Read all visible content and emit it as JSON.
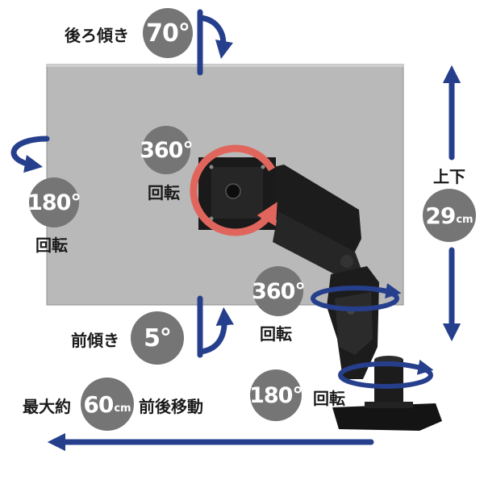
{
  "colors": {
    "arrow": "#263f8c",
    "badge": "#757575",
    "monitor": "#b9b9b9",
    "rotate_ring": "#e0665d",
    "arm": "#1c1c1c"
  },
  "icons": [
    "monitor-screen",
    "vesa-mount-plate",
    "monitor-arm",
    "desk-clamp-base",
    "rotation-arrow",
    "straight-arrow"
  ],
  "tilt_back": {
    "label": "後ろ傾き",
    "value": "70°"
  },
  "tilt_forward": {
    "label": "前傾き",
    "value": "5°"
  },
  "screen_rotation": {
    "value": "360°",
    "label": "回転"
  },
  "swivel_left": {
    "value": "180°",
    "label": "回転"
  },
  "vertical": {
    "label": "上下",
    "value": "29",
    "unit": "cm"
  },
  "arm_rotation": {
    "value": "360°",
    "label": "回転"
  },
  "base_rotation": {
    "value": "180°",
    "label": "回転"
  },
  "horizontal": {
    "prefix": "最大約",
    "value": "60",
    "unit": "cm",
    "suffix": "前後移動"
  }
}
